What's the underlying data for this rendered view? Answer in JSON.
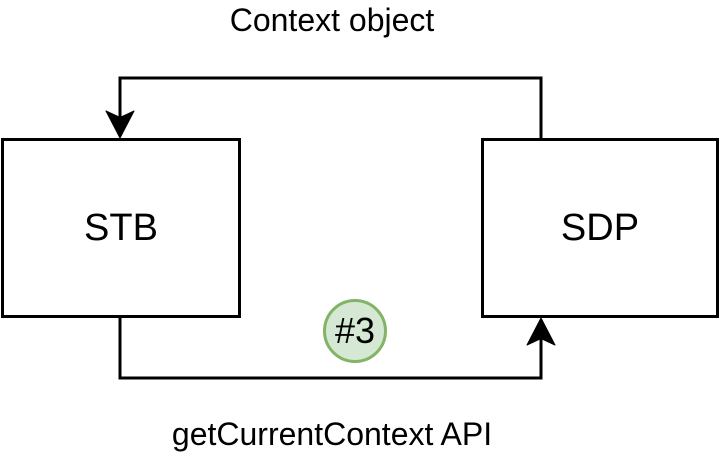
{
  "diagram": {
    "background_color": "#ffffff",
    "line_color": "#000000",
    "nodes": [
      {
        "id": "stb",
        "label": "STB",
        "fill": "#ffffff",
        "stroke": "#000000"
      },
      {
        "id": "sdp",
        "label": "SDP",
        "fill": "#ffffff",
        "stroke": "#000000"
      }
    ],
    "edges": [
      {
        "from": "SDP",
        "to": "STB",
        "label": "Context object",
        "arrow": "into-STB-top"
      },
      {
        "from": "STB",
        "to": "SDP",
        "label": "getCurrentContext API",
        "arrow": "into-SDP-bottom"
      }
    ],
    "badge": {
      "label": "#3",
      "fill": "#d5e8d4",
      "stroke": "#82b366"
    }
  }
}
